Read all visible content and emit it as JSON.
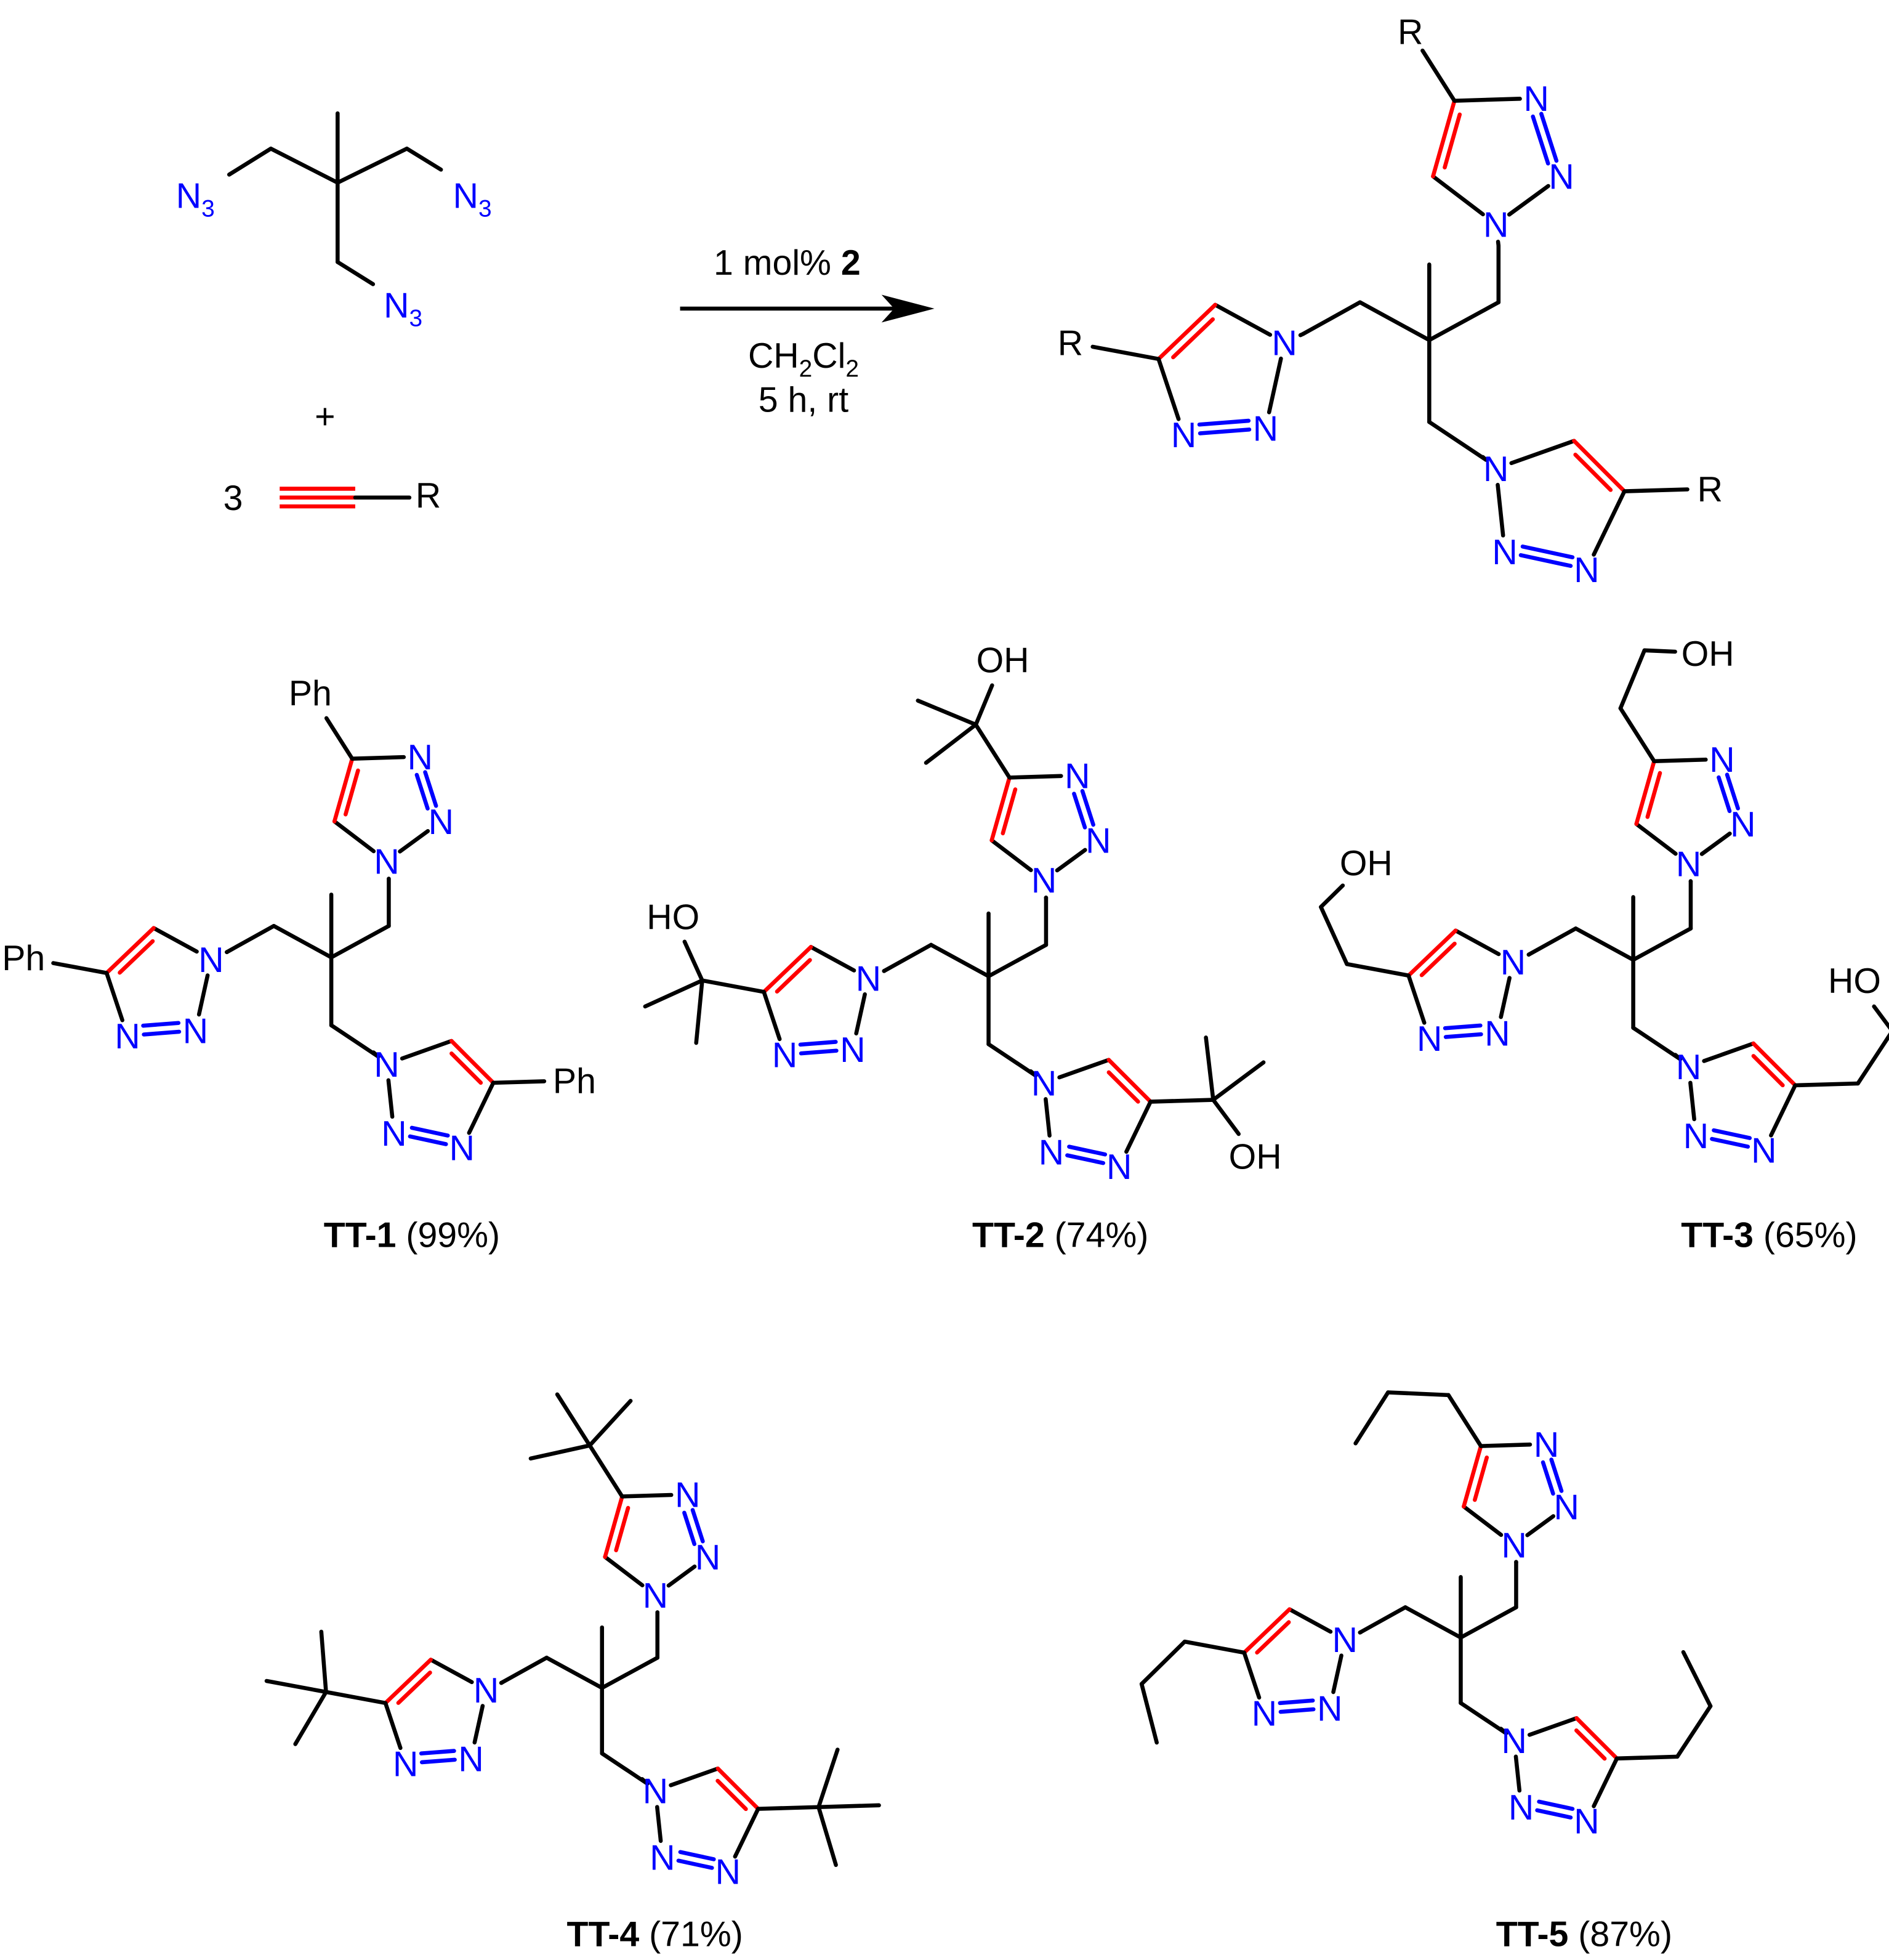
{
  "colors": {
    "bond": "#000000",
    "heteroatom": "#0000ff",
    "alkene": "#ff0000",
    "background": "#ffffff"
  },
  "reactants": {
    "triazide": {
      "azide_label": "N",
      "azide_subscript": "3"
    },
    "plus": "+",
    "alkyne": {
      "equivalents": "3",
      "substituent": "R"
    }
  },
  "conditions": {
    "catalyst_loading": "1 mol% ",
    "catalyst": "2",
    "solvent_parts": [
      "CH",
      "2",
      "Cl",
      "2"
    ],
    "time_temperature": "5 h, rt"
  },
  "general_product": {
    "atom_label": "N",
    "substituent_labels": [
      "R",
      "R",
      "R"
    ]
  },
  "products": [
    {
      "id": "TT-1",
      "yield": "(99%)",
      "substituent": "phenyl",
      "substituent_labels": [
        "Ph",
        "Ph",
        "Ph"
      ]
    },
    {
      "id": "TT-2",
      "yield": "(74%)",
      "substituent": "2-hydroxy-2-propyl",
      "substituent_labels": [
        "OH",
        "HO",
        "OH"
      ]
    },
    {
      "id": "TT-3",
      "yield": "(65%)",
      "substituent": "2-hydroxyethyl",
      "substituent_labels": [
        "OH",
        "OH",
        "HO"
      ]
    },
    {
      "id": "TT-4",
      "yield": "(71%)",
      "substituent": "tert-butyl",
      "substituent_labels": []
    },
    {
      "id": "TT-5",
      "yield": "(87%)",
      "substituent": "n-propyl",
      "substituent_labels": []
    }
  ]
}
